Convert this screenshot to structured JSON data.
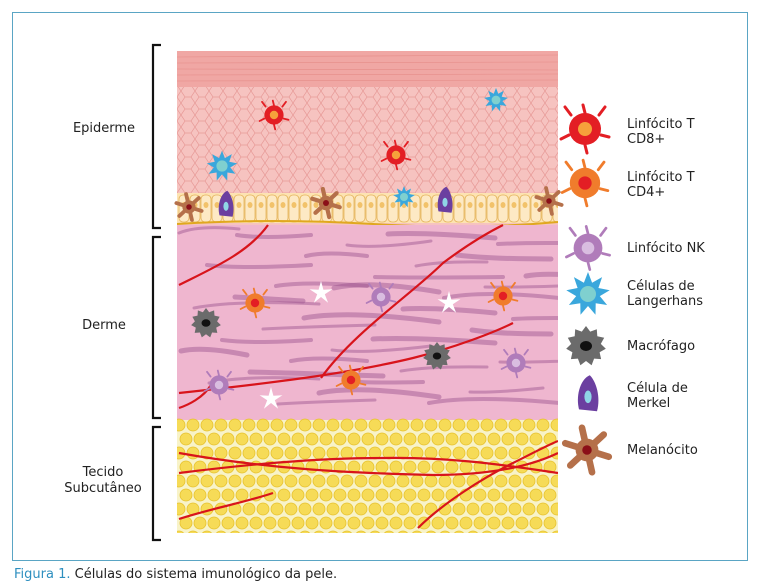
{
  "layers": {
    "epidermis": "Epiderme",
    "dermis": "Derme",
    "subcutaneous": "Tecido\nSubcutâneo"
  },
  "legend": [
    {
      "label": "Linfócito T\nCD8+",
      "icon": "cd8-t-lymphocyte-icon"
    },
    {
      "label": "Linfócito T\nCD4+",
      "icon": "cd4-t-lymphocyte-icon"
    },
    {
      "label": "Linfócito NK",
      "icon": "nk-lymphocyte-icon"
    },
    {
      "label": "Células de\nLangerhans",
      "icon": "langerhans-cell-icon"
    },
    {
      "label": "Macrófago",
      "icon": "macrophage-icon"
    },
    {
      "label": "Célula de\nMerkel",
      "icon": "merkel-cell-icon"
    },
    {
      "label": "Melanócito",
      "icon": "melanocyte-icon"
    }
  ],
  "caption": {
    "figure": "Figura 1.",
    "text": " Células do sistema imunológico da pele."
  },
  "colors": {
    "frame": "#5aa5c4",
    "epidermis": "#f6c3c0",
    "dermis": "#efb6cf",
    "dermis_fibers": "#9a4f8c",
    "subcutaneous": "#f8f3c8",
    "adipocyte": "#f5d84a",
    "vessel": "#d8141b",
    "cd8": "#e31e24",
    "cd4": "#f07c2c",
    "nk": "#b07cba",
    "langerhans": "#3aa7dc",
    "macrophage": "#6b6b6b",
    "merkel": "#6b3fa0",
    "melanocyte": "#b5704a",
    "caption_accent": "#2e8fbf"
  }
}
